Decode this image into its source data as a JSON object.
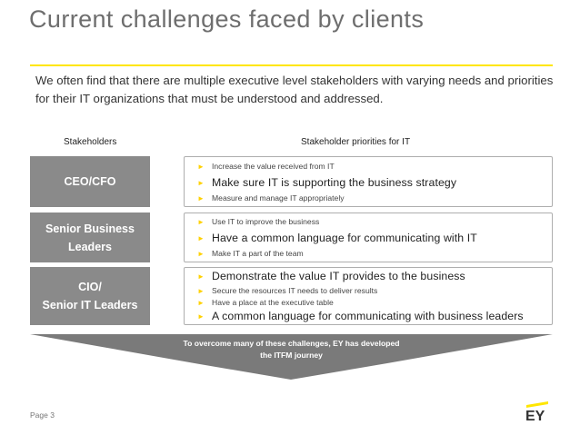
{
  "title": "Current challenges faced by clients",
  "intro": "We often find that there are multiple executive level stakeholders with varying needs and priorities for their IT organizations that must be understood and addressed.",
  "headers": {
    "stakeholders": "Stakeholders",
    "priorities": "Stakeholder priorities for IT"
  },
  "rows": [
    {
      "stakeholder": [
        "CEO/CFO"
      ],
      "items": [
        {
          "text": "Increase the value received from IT",
          "emphasis": false
        },
        {
          "text": "Make sure IT is supporting the business strategy",
          "emphasis": true
        },
        {
          "text": "Measure and manage IT appropriately",
          "emphasis": false
        }
      ]
    },
    {
      "stakeholder": [
        "Senior Business",
        "Leaders"
      ],
      "items": [
        {
          "text": "Use IT to improve the business",
          "emphasis": false
        },
        {
          "text": "Have a common language for communicating with IT",
          "emphasis": true
        },
        {
          "text": "Make IT a part of the team",
          "emphasis": false
        }
      ]
    },
    {
      "stakeholder": [
        "CIO/",
        "Senior IT Leaders"
      ],
      "items": [
        {
          "text": "Demonstrate the value IT provides to the business",
          "emphasis": true
        },
        {
          "text": "Secure the resources IT needs to deliver results",
          "emphasis": false
        },
        {
          "text": "Have a place at the executive table",
          "emphasis": false
        },
        {
          "text": "A common language for communicating with business leaders",
          "emphasis": true
        }
      ]
    }
  ],
  "conclusion": [
    "To overcome many of these challenges, EY has developed",
    "the ITFM journey"
  ],
  "footer": {
    "page": "Page 3",
    "logo_text": "EY"
  },
  "colors": {
    "accent_yellow": "#ffe600",
    "stakeholder_gray": "#8a8a8a",
    "funnel_gray": "#7a7a7a"
  },
  "icons": {
    "bullet": "triangle-bullet-icon",
    "chevron": "chevron-right-icon"
  }
}
